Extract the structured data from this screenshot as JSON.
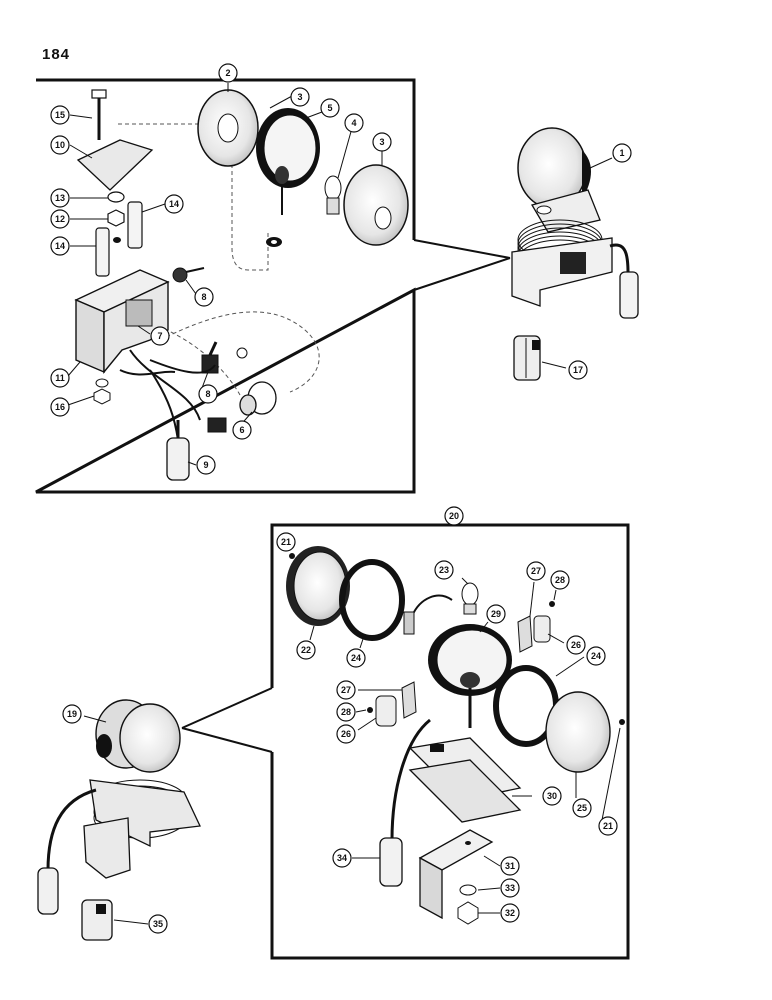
{
  "page": {
    "number": "184"
  },
  "callouts": {
    "c1": "1",
    "c2": "2",
    "c3a": "3",
    "c3b": "3",
    "c4": "4",
    "c5": "5",
    "c6": "6",
    "c7": "7",
    "c8a": "8",
    "c8b": "8",
    "c9": "9",
    "c10": "10",
    "c11": "11",
    "c12": "12",
    "c13": "13",
    "c14a": "14",
    "c14b": "14",
    "c15": "15",
    "c16": "16",
    "c17": "17",
    "c19": "19",
    "c20": "20",
    "c21a": "21",
    "c21b": "21",
    "c22": "22",
    "c23": "23",
    "c24a": "24",
    "c24b": "24",
    "c25": "25",
    "c26a": "26",
    "c26b": "26",
    "c27a": "27",
    "c27b": "27",
    "c28a": "28",
    "c28b": "28",
    "c29": "29",
    "c30": "30",
    "c31": "31",
    "c32": "32",
    "c33": "33",
    "c34": "34",
    "c35": "35"
  }
}
